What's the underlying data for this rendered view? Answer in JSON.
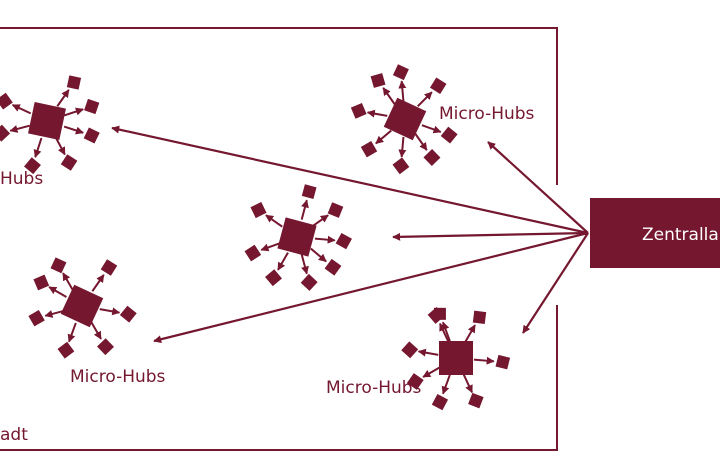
{
  "colors": {
    "primary": "#74172f",
    "text_on_primary": "#ffffff",
    "background": "#ffffff"
  },
  "labels": {
    "hub_top_left": "Hubs",
    "hub_top_right": "Micro-Hubs",
    "hub_bottom_left": "Micro-Hubs",
    "hub_bottom_right": "Micro-Hubs",
    "city": "adt",
    "central_warehouse": "Zentralla"
  }
}
